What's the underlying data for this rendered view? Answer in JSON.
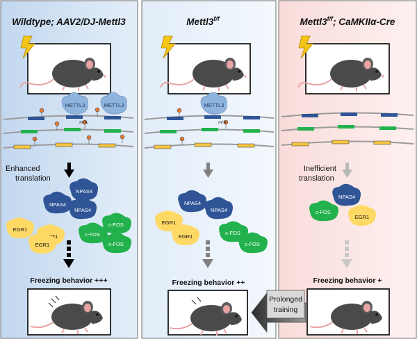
{
  "panels": [
    {
      "title": "Wildtype; AAV2/DJ-Mettl3",
      "bg": "#cfe0f3",
      "enzyme_labels": [
        "METTL3",
        "METTL3"
      ],
      "mark_label": "m⁶A",
      "translation_label": [
        "Enhanced",
        "translation"
      ],
      "proteins": {
        "npas4": [
          "NPAS4",
          "NPAS4",
          "NPAS4"
        ],
        "egr1": [
          "EGR1",
          "EGR1",
          "EGR1"
        ],
        "cfos": [
          "c-FOS",
          "c-FOS",
          "c-FOS"
        ]
      },
      "behavior_label": "Freezing behavior +++"
    },
    {
      "title_main": "Mettl3",
      "title_sup": "f/f",
      "bg": "#e8f1fb",
      "enzyme_labels": [
        "METTL3"
      ],
      "mark_label": "m⁶A",
      "proteins": {
        "npas4": [
          "NPAS4",
          "NPAS4"
        ],
        "egr1": [
          "EGR1",
          "EGR1"
        ],
        "cfos": [
          "c-FOS",
          "c-FOS"
        ]
      },
      "behavior_label": "Freezing behavior ++"
    },
    {
      "title_main": "Mettl3",
      "title_sup": "f/f",
      "title_rest": "; CaMKIIα-Cre",
      "bg": "#fbe7e5",
      "translation_label": [
        "Inefficient",
        "translation"
      ],
      "proteins": {
        "npas4": [
          "NPAS4"
        ],
        "egr1": [
          "EGR1"
        ],
        "cfos": [
          "c-FOS"
        ]
      },
      "behavior_label": "Freezing behavior +"
    }
  ],
  "prolonged_training_label": [
    "Prolonged",
    "training"
  ],
  "colors": {
    "npas4": "#2f5597",
    "egr1": "#ffd966",
    "cfos": "#22b14c",
    "mettl3": "#8fb4dc",
    "m6a_mark": "#e07b39",
    "bolt": "#f5c518",
    "mouse": "#4a4a4a",
    "mrna_blue": "#2f5597",
    "mrna_green": "#22b14c",
    "mrna_yellow": "#f4c542"
  },
  "icons": [
    "lightning-bolt-icon",
    "mouse-icon",
    "mrna-strand-icon",
    "m6a-mark-icon",
    "protein-blob-icon",
    "arrow-down-icon"
  ]
}
